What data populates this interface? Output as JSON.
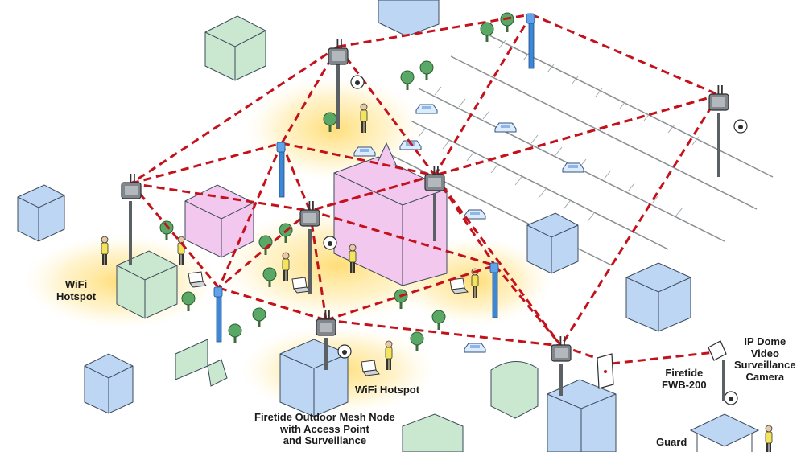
{
  "labels": {
    "wifi_hotspot_left": "WiFi\nHotspot",
    "wifi_hotspot_center": "WiFi Hotspot",
    "mesh_node": "Firetide Outdoor Mesh Node\nwith Access Point\nand Surveillance",
    "ip_dome_camera": "IP Dome\nVideo\nSurveillance\nCamera",
    "fwb_device": "Firetide\nFWB-200",
    "guard_booth": "Guard"
  },
  "colors": {
    "mesh_link": "#c4121c",
    "hotspot_glow": "#ffd24a",
    "building_blue": "#bcd6f3",
    "building_green": "#c9e8cf",
    "building_pink": "#f2c8ef",
    "node_gray": "#6d7276",
    "pole_blue": "#3e86d6",
    "tree_green": "#4f9a5b"
  }
}
